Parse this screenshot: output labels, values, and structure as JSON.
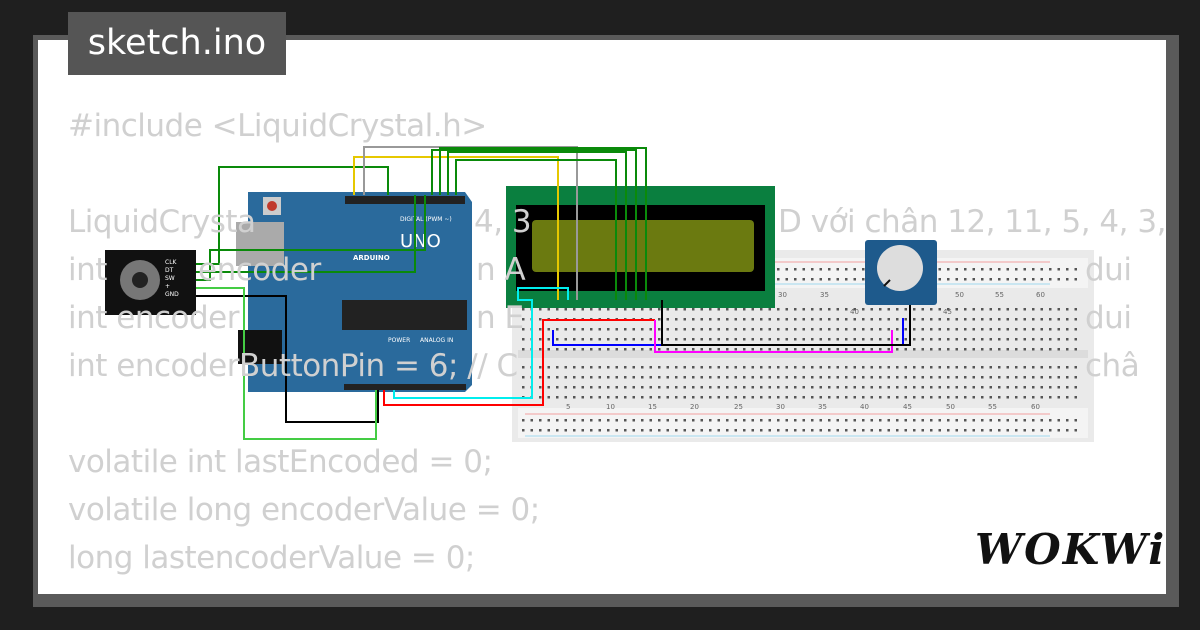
{
  "title": "sketch.ino",
  "code": {
    "line1": "#include <LiquidCrystal.h>",
    "line2": [
      "LiquidCrysta",
      "4, 3",
      "D với chân 12, 11, 5, 4, 3,"
    ],
    "line3": [
      "int",
      "encoder",
      "n A",
      "dui"
    ],
    "line4": [
      "int encoder",
      "n E",
      "dui"
    ],
    "line5": [
      "int encoderButtonPin = 6; // C",
      "châ"
    ],
    "line7": "volatile int lastEncoded = 0;",
    "line8": "volatile long encoderValue = 0;",
    "line9": "long lastencoderValue = 0;"
  },
  "circuit": {
    "arduino": {
      "brand": "ARDUINO",
      "model": "UNO",
      "digital_label": "DIGITAL (PWM ~)",
      "power_label": "POWER",
      "analog_label": "ANALOG IN",
      "color": "#2a6a9c"
    },
    "encoder": {
      "pins": [
        "CLK",
        "DT",
        "SW",
        "+",
        "GND"
      ]
    },
    "lcd": {
      "color": "#0a7f3f",
      "screen_color": "#6b7a10"
    },
    "breadboard": {
      "top_numbers": [
        "30",
        "35",
        "40",
        "45",
        "50",
        "55",
        "60"
      ],
      "bottom_numbers": [
        "5",
        "10",
        "15",
        "20",
        "25",
        "30",
        "35",
        "40",
        "45",
        "50",
        "55",
        "60"
      ]
    },
    "wire_colors": [
      "#0a8a0a",
      "#e6c800",
      "#999999",
      "#000000",
      "#ff0000",
      "#00e0e0",
      "#0000ff",
      "#ff00ff",
      "#44cc44"
    ]
  },
  "logo": "WOKWi"
}
